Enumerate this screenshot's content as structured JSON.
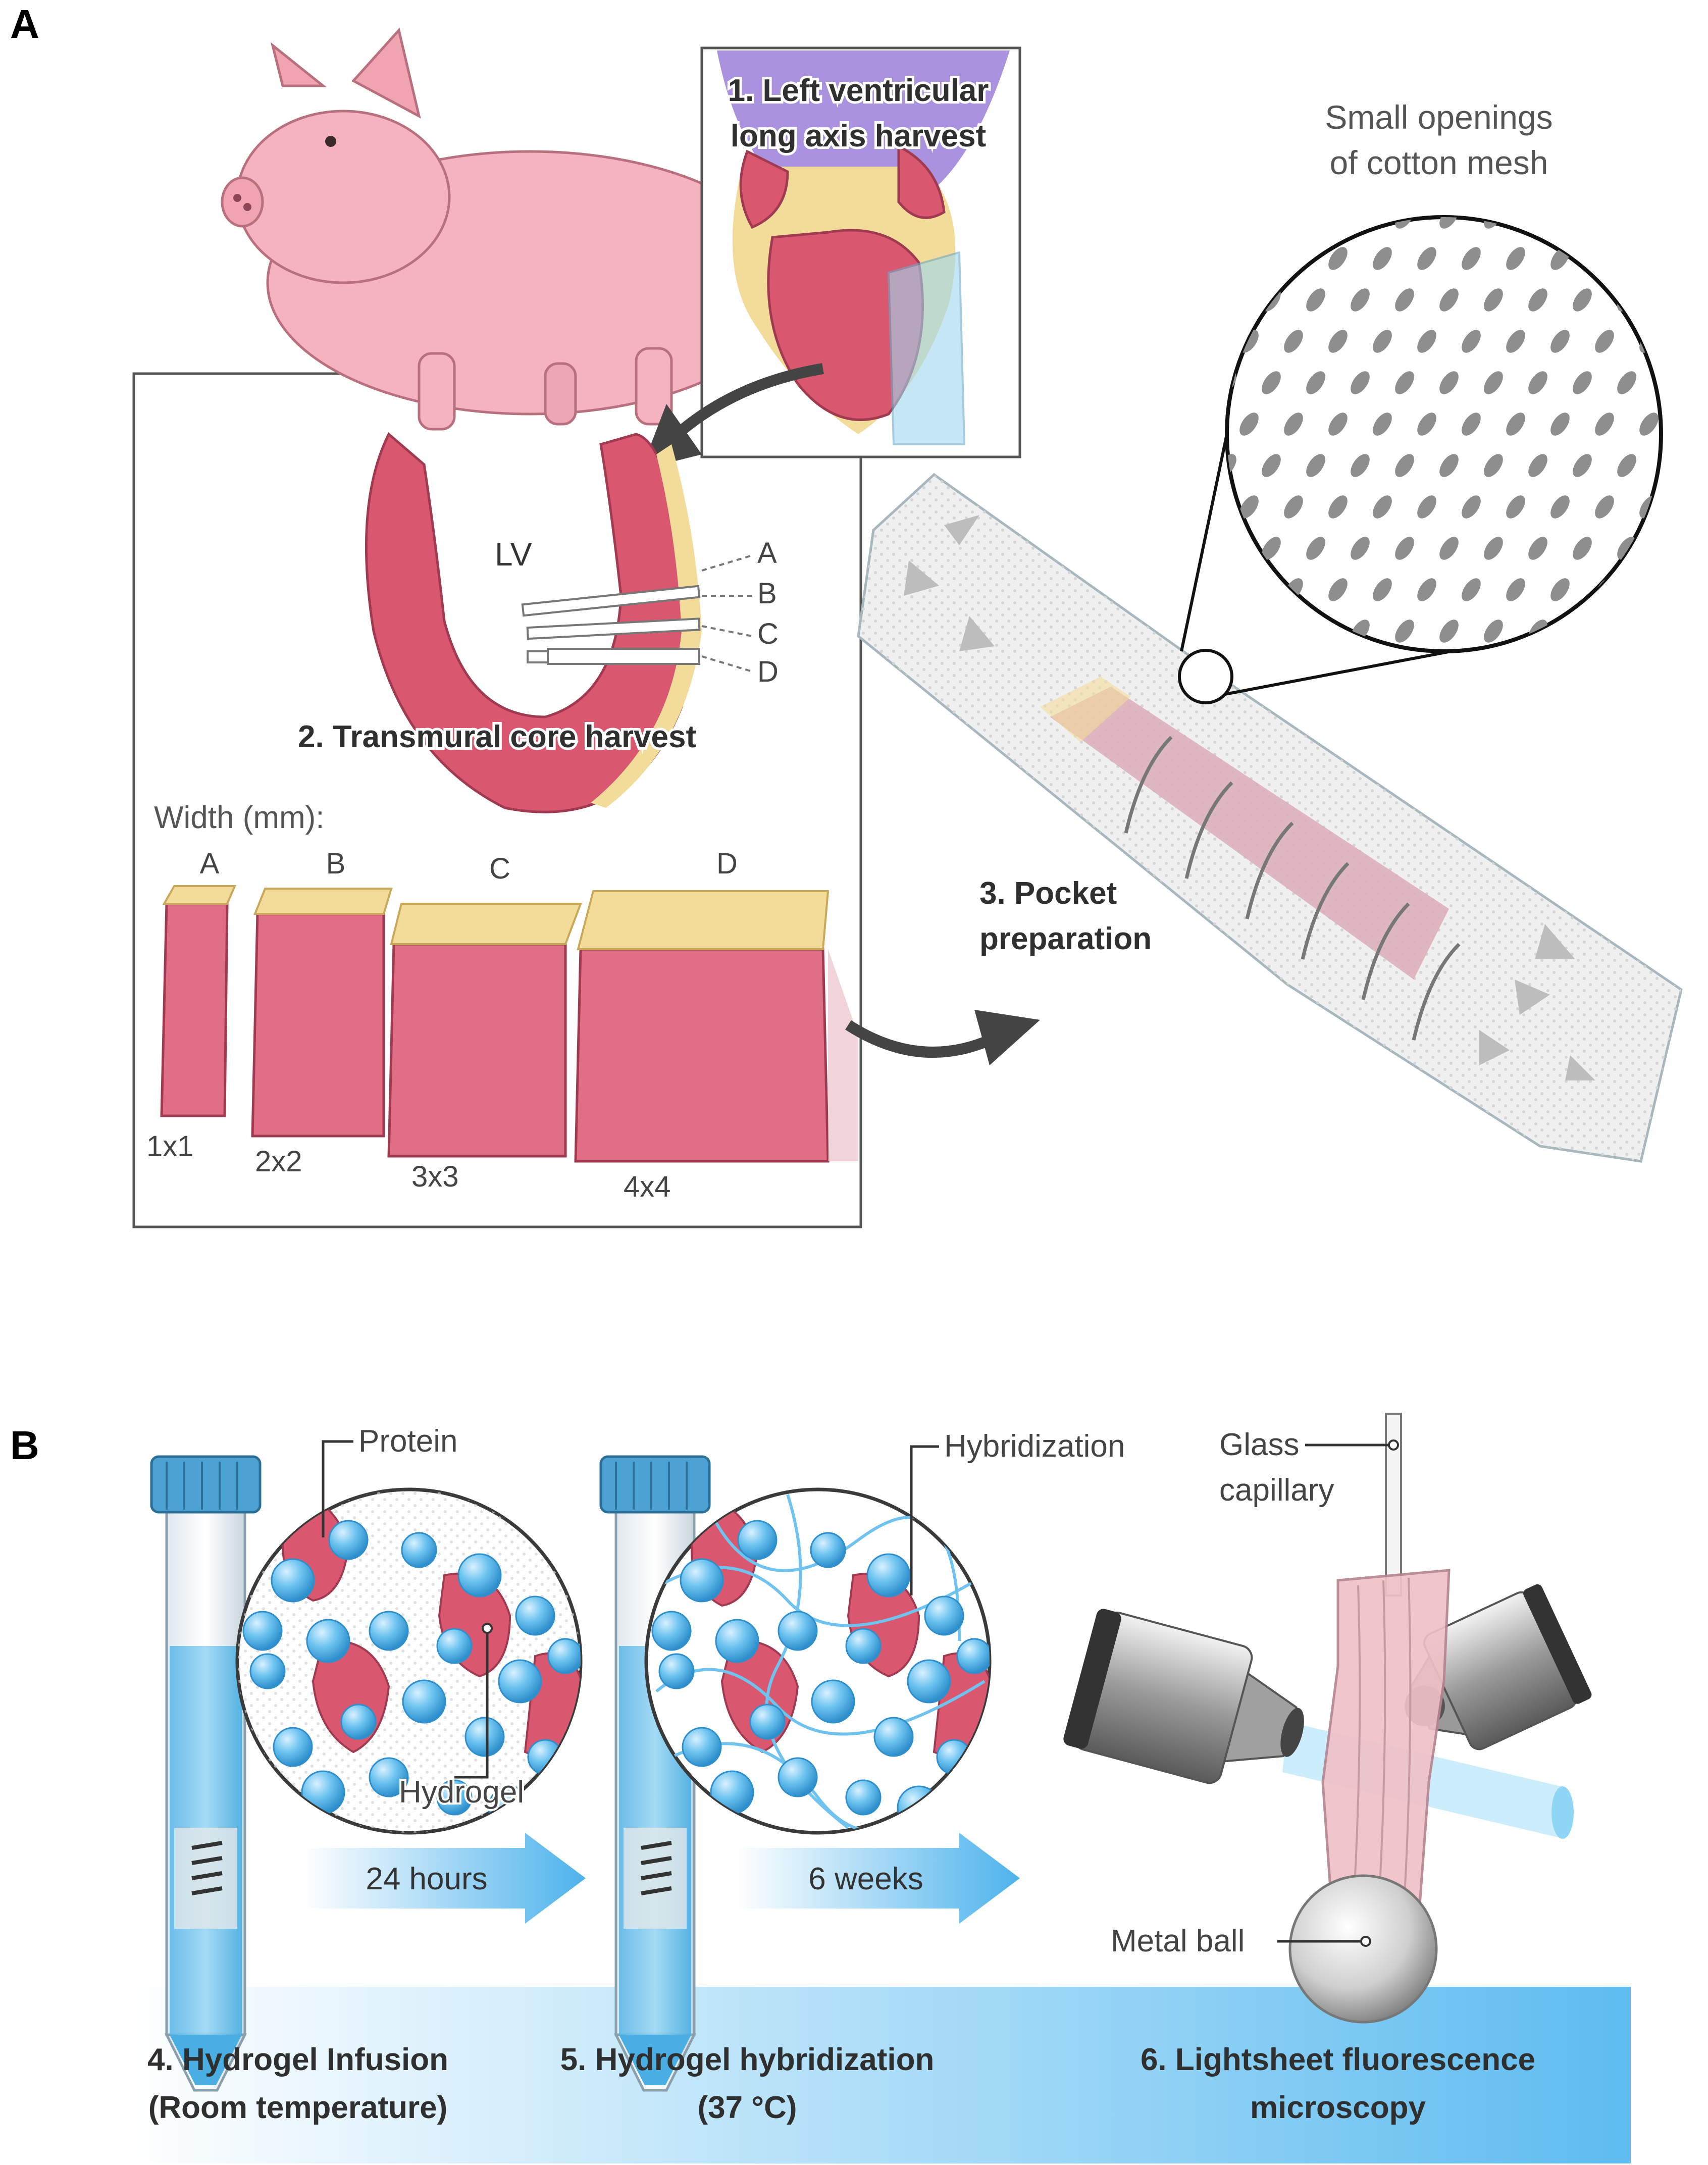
{
  "panel_a": {
    "letter": "A",
    "step1": [
      "1. Left ventricular",
      "long axis harvest"
    ],
    "lv_label": "LV",
    "slice_letters": [
      "A",
      "B",
      "C",
      "D"
    ],
    "step2": "2. Transmural core harvest",
    "width_label": "Width (mm):",
    "core_letters": [
      "A",
      "B",
      "C",
      "D"
    ],
    "core_sizes": [
      "1x1",
      "2x2",
      "3x3",
      "4x4"
    ],
    "mesh_label": [
      "Small openings",
      "of cotton mesh"
    ],
    "step3": [
      "3. Pocket",
      "preparation"
    ]
  },
  "panel_b": {
    "letter": "B",
    "protein_label": "Protein",
    "hydrogel_label": "Hydrogel",
    "hybridization_label": "Hybridization",
    "glass_label": [
      "Glass",
      "capillary"
    ],
    "metal_label": "Metal ball",
    "arrow1": "24 hours",
    "arrow2": "6 weeks",
    "step4": [
      "4. Hydrogel Infusion",
      "(Room temperature)"
    ],
    "step5": [
      "5. Hydrogel hybridization",
      "(37 °C)"
    ],
    "step6": [
      "6. Lightsheet fluorescence",
      "microscopy"
    ]
  },
  "colors": {
    "pig": "#f4b3bf",
    "myocardium": "#d9586f",
    "fat": "#f3dc9a",
    "hydrogel_blue": "#6fc3ee",
    "bottom_band": "#7fcdf4",
    "text_dark": "#2f2f2f"
  }
}
